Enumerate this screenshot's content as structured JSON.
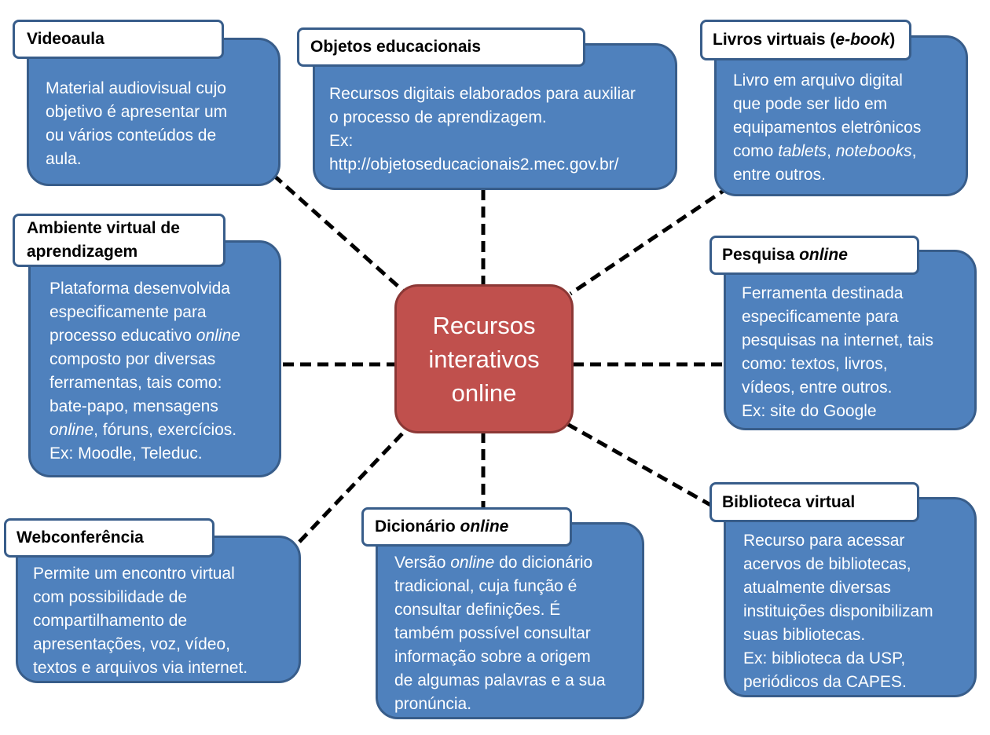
{
  "colors": {
    "node_fill": "#4f81bd",
    "node_border": "#385d8a",
    "tab_fill": "#ffffff",
    "hub_fill": "#c0504d",
    "hub_border": "#8c3836",
    "connector": "#000000"
  },
  "center": {
    "lines": [
      "Recursos",
      "interativos",
      "online"
    ]
  },
  "nodes": [
    {
      "title": [
        [
          {
            "t": "Videoaula"
          }
        ]
      ],
      "body": [
        [
          {
            "t": "Material audiovisual cujo"
          }
        ],
        [
          {
            "t": "objetivo é apresentar um"
          }
        ],
        [
          {
            "t": "ou vários conteúdos de"
          }
        ],
        [
          {
            "t": "aula."
          }
        ]
      ]
    },
    {
      "title": [
        [
          {
            "t": "Objetos educacionais"
          }
        ]
      ],
      "body": [
        [
          {
            "t": "Recursos digitais elaborados para auxiliar"
          }
        ],
        [
          {
            "t": "o processo de aprendizagem."
          }
        ],
        [
          {
            "t": "Ex:"
          }
        ],
        [
          {
            "t": "http://objetoseducacionais2.mec.gov.br/"
          }
        ]
      ]
    },
    {
      "title": [
        [
          {
            "t": "Livros virtuais ("
          },
          {
            "t": "e-book",
            "italic": true
          },
          {
            "t": ")"
          }
        ]
      ],
      "body": [
        [
          {
            "t": "Livro em arquivo digital"
          }
        ],
        [
          {
            "t": "que pode ser lido em"
          }
        ],
        [
          {
            "t": "equipamentos eletrônicos"
          }
        ],
        [
          {
            "t": "como "
          },
          {
            "t": "tablets",
            "italic": true
          },
          {
            "t": ", "
          },
          {
            "t": "notebooks",
            "italic": true
          },
          {
            "t": ","
          }
        ],
        [
          {
            "t": "entre outros."
          }
        ]
      ]
    },
    {
      "title": [
        [
          {
            "t": "Ambiente virtual de"
          }
        ],
        [
          {
            "t": "aprendizagem"
          }
        ]
      ],
      "body": [
        [
          {
            "t": "Plataforma desenvolvida"
          }
        ],
        [
          {
            "t": "especificamente para"
          }
        ],
        [
          {
            "t": "processo educativo "
          },
          {
            "t": "online",
            "italic": true
          }
        ],
        [
          {
            "t": "composto por diversas"
          }
        ],
        [
          {
            "t": "ferramentas, tais como:"
          }
        ],
        [
          {
            "t": "bate-papo, mensagens"
          }
        ],
        [
          {
            "t": "online",
            "italic": true
          },
          {
            "t": ", fóruns, exercícios."
          }
        ],
        [
          {
            "t": "Ex: Moodle, Teleduc."
          }
        ]
      ]
    },
    {
      "title": [
        [
          {
            "t": "Pesquisa "
          },
          {
            "t": "online",
            "italic": true
          }
        ]
      ],
      "body": [
        [
          {
            "t": "Ferramenta destinada"
          }
        ],
        [
          {
            "t": "especificamente para"
          }
        ],
        [
          {
            "t": "pesquisas na internet, tais"
          }
        ],
        [
          {
            "t": "como: textos, livros,"
          }
        ],
        [
          {
            "t": "vídeos, entre outros."
          }
        ],
        [
          {
            "t": "Ex: site do Google"
          }
        ]
      ]
    },
    {
      "title": [
        [
          {
            "t": "Webconferência"
          }
        ]
      ],
      "body": [
        [
          {
            "t": "Permite um encontro virtual"
          }
        ],
        [
          {
            "t": "com possibilidade de"
          }
        ],
        [
          {
            "t": "compartilhamento de"
          }
        ],
        [
          {
            "t": "apresentações, voz, vídeo,"
          }
        ],
        [
          {
            "t": "textos e arquivos via internet."
          }
        ]
      ]
    },
    {
      "title": [
        [
          {
            "t": "Dicionário "
          },
          {
            "t": "online",
            "italic": true
          }
        ]
      ],
      "body": [
        [
          {
            "t": "Versão "
          },
          {
            "t": "online",
            "italic": true
          },
          {
            "t": " do dicionário"
          }
        ],
        [
          {
            "t": "tradicional, cuja função é"
          }
        ],
        [
          {
            "t": "consultar definições. É"
          }
        ],
        [
          {
            "t": "também possível consultar"
          }
        ],
        [
          {
            "t": "informação sobre a origem"
          }
        ],
        [
          {
            "t": "de algumas palavras e a sua"
          }
        ],
        [
          {
            "t": "pronúncia."
          }
        ]
      ]
    },
    {
      "title": [
        [
          {
            "t": "Biblioteca virtual"
          }
        ]
      ],
      "body": [
        [
          {
            "t": "Recurso para acessar"
          }
        ],
        [
          {
            "t": "acervos de bibliotecas,"
          }
        ],
        [
          {
            "t": "atualmente diversas"
          }
        ],
        [
          {
            "t": "instituições disponibilizam"
          }
        ],
        [
          {
            "t": "suas bibliotecas."
          }
        ],
        [
          {
            "t": "Ex: biblioteca da USP,"
          }
        ],
        [
          {
            "t": "periódicos da CAPES."
          }
        ]
      ]
    }
  ]
}
